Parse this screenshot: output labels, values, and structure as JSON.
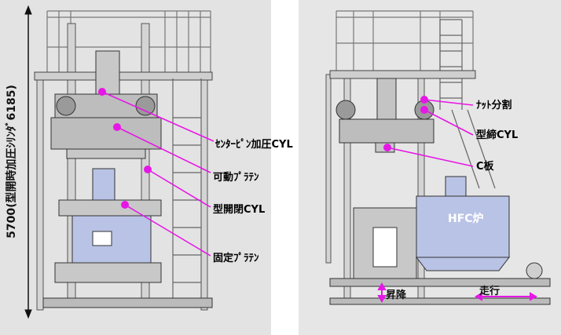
{
  "left": {
    "dimension_label": "5700(型開時加圧ｼﾘﾝﾀﾞ6185)",
    "callouts": {
      "center_pin": "ｾﾝﾀｰﾋﾟﾝ加圧CYL",
      "movable_platen": "可動ﾌﾟﾗﾃﾝ",
      "mold_cyl": "型開閉CYL",
      "fixed_platen": "固定ﾌﾟﾗﾃﾝ"
    }
  },
  "right": {
    "callouts": {
      "nut_split": "ﾅｯﾄ分割",
      "clamp_cyl": "型締CYL",
      "c_plate": "C板"
    },
    "hfc_label": "HFC炉",
    "lift_label": "昇降",
    "travel_label": "走行"
  },
  "colors": {
    "accent": "#e617e6",
    "machine_blue": "#b9c3e6",
    "background": "#e3e3e3"
  }
}
